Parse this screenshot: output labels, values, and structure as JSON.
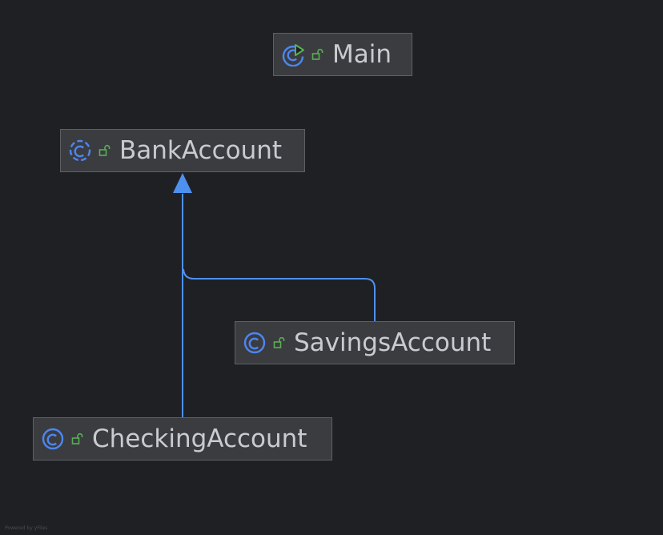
{
  "diagram": {
    "nodes": [
      {
        "id": "main",
        "label": "Main",
        "kind": "class-with-main-method"
      },
      {
        "id": "bank",
        "label": "BankAccount",
        "kind": "abstract-class"
      },
      {
        "id": "savings",
        "label": "SavingsAccount",
        "kind": "class"
      },
      {
        "id": "checking",
        "label": "CheckingAccount",
        "kind": "class"
      }
    ],
    "edges": [
      {
        "from": "savings",
        "to": "bank",
        "relation": "extends"
      },
      {
        "from": "checking",
        "to": "bank",
        "relation": "extends"
      }
    ],
    "watermark": "Powered by yFiles"
  },
  "icons": {
    "class": "class-c-icon",
    "abstract": "abstract-class-c-icon",
    "runnable": "run-triangle-icon",
    "visibility": "public-lock-icon"
  },
  "colors": {
    "background": "#1f2024",
    "node_fill": "#3b3c40",
    "node_border": "#5e6066",
    "text": "#c9cbd1",
    "class_icon": "#4d86f0",
    "run_icon": "#58b055",
    "lock_icon": "#58b055",
    "edge": "#4d90f0"
  }
}
